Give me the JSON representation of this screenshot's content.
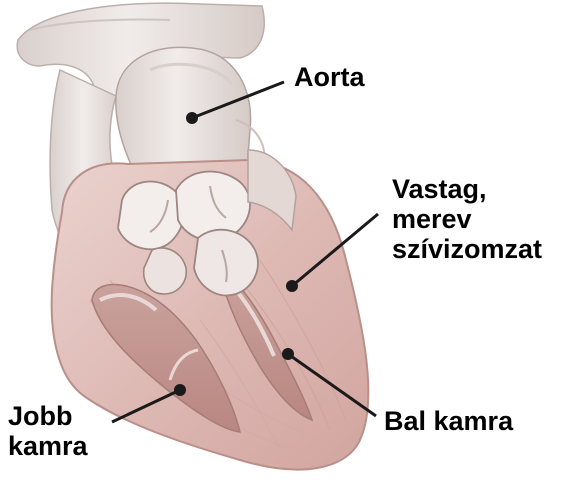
{
  "labels": {
    "aorta": "Aorta",
    "wall_line1": "Vastag,",
    "wall_line2": "merev",
    "wall_line3": "szívizomzat",
    "left_ventricle": "Bal kamra",
    "right_ventricle_line1": "Jobb",
    "right_ventricle_line2": "kamra"
  },
  "colors": {
    "background": "#ffffff",
    "vessel_fill": "#e9e4e1",
    "vessel_shadow": "#cbbfbc",
    "muscle_fill": "#e1c1bd",
    "muscle_dark": "#c89b95",
    "chamber_fill": "#c79893",
    "valve_fill": "#f2ecea",
    "outline": "#9b7f7b",
    "leader_line": "#1a1a1a",
    "text": "#000000"
  }
}
